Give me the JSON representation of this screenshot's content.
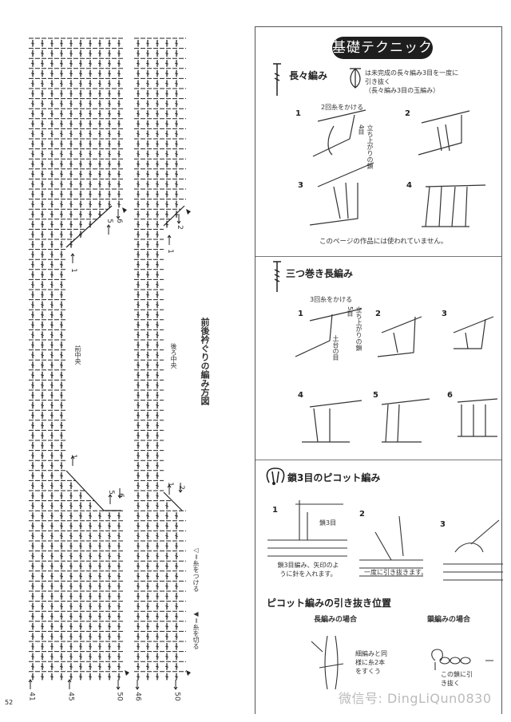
{
  "chart_page": {
    "title": "前後衿ぐりの編み方図",
    "front_center_label": "前中央",
    "back_center_label": "後ろ中央",
    "legend_attach": "◁＝糸をつける",
    "legend_cut": "◀＝糸を切る",
    "row_labels_front_top": [
      "6",
      "5",
      "1"
    ],
    "row_labels_back_top": [
      "2",
      "1"
    ],
    "row_labels_front_bottom": [
      "1",
      "5",
      "6"
    ],
    "row_labels_back_bottom": [
      "1",
      "2"
    ],
    "stitch_labels_bottom": [
      "41",
      "45",
      "50",
      "46",
      "50"
    ],
    "page_number": "52"
  },
  "panel": {
    "title": "基礎テクニック",
    "sections": [
      {
        "heading": "長々編み",
        "symbol_note": "は未完成の長々編み3目を一度に引き抜く（長々編み3目の玉編み）",
        "symbol_note_lines": [
          "は未完成の長々編み3目を一度に",
          "引き抜く",
          "（長々編み3目の玉編み）"
        ],
        "steps": [
          "1",
          "2",
          "3",
          "4"
        ],
        "callouts": [
          "2回糸をかける",
          "立ち上がりの鎖4目"
        ],
        "footnote": "このページの作品には使われていません。"
      },
      {
        "heading": "三つ巻き長編み",
        "steps": [
          "1",
          "2",
          "3",
          "4",
          "5",
          "6"
        ],
        "callouts": [
          "3回糸をかける",
          "立ち上がりの鎖5目",
          "土台の目"
        ]
      },
      {
        "heading": "鎖3目のピコット編み",
        "steps": [
          "1",
          "2",
          "3"
        ],
        "callouts": [
          "鎖3目",
          "鎖3目編み、矢印のように針を入れます。",
          "一度に引き抜きます。"
        ],
        "subheading": "ピコット編みの引き抜き位置",
        "cases": [
          {
            "label": "長編みの場合",
            "note": "細編みと同様に糸2本をすくう"
          },
          {
            "label": "鎖編みの場合",
            "note": "この鎖に引き抜く"
          }
        ]
      }
    ]
  },
  "watermark": "微信号: DingLiQun0830",
  "colors": {
    "ink": "#222222",
    "pill": "#1e1e1e",
    "watermark": "#bbbbbb"
  }
}
